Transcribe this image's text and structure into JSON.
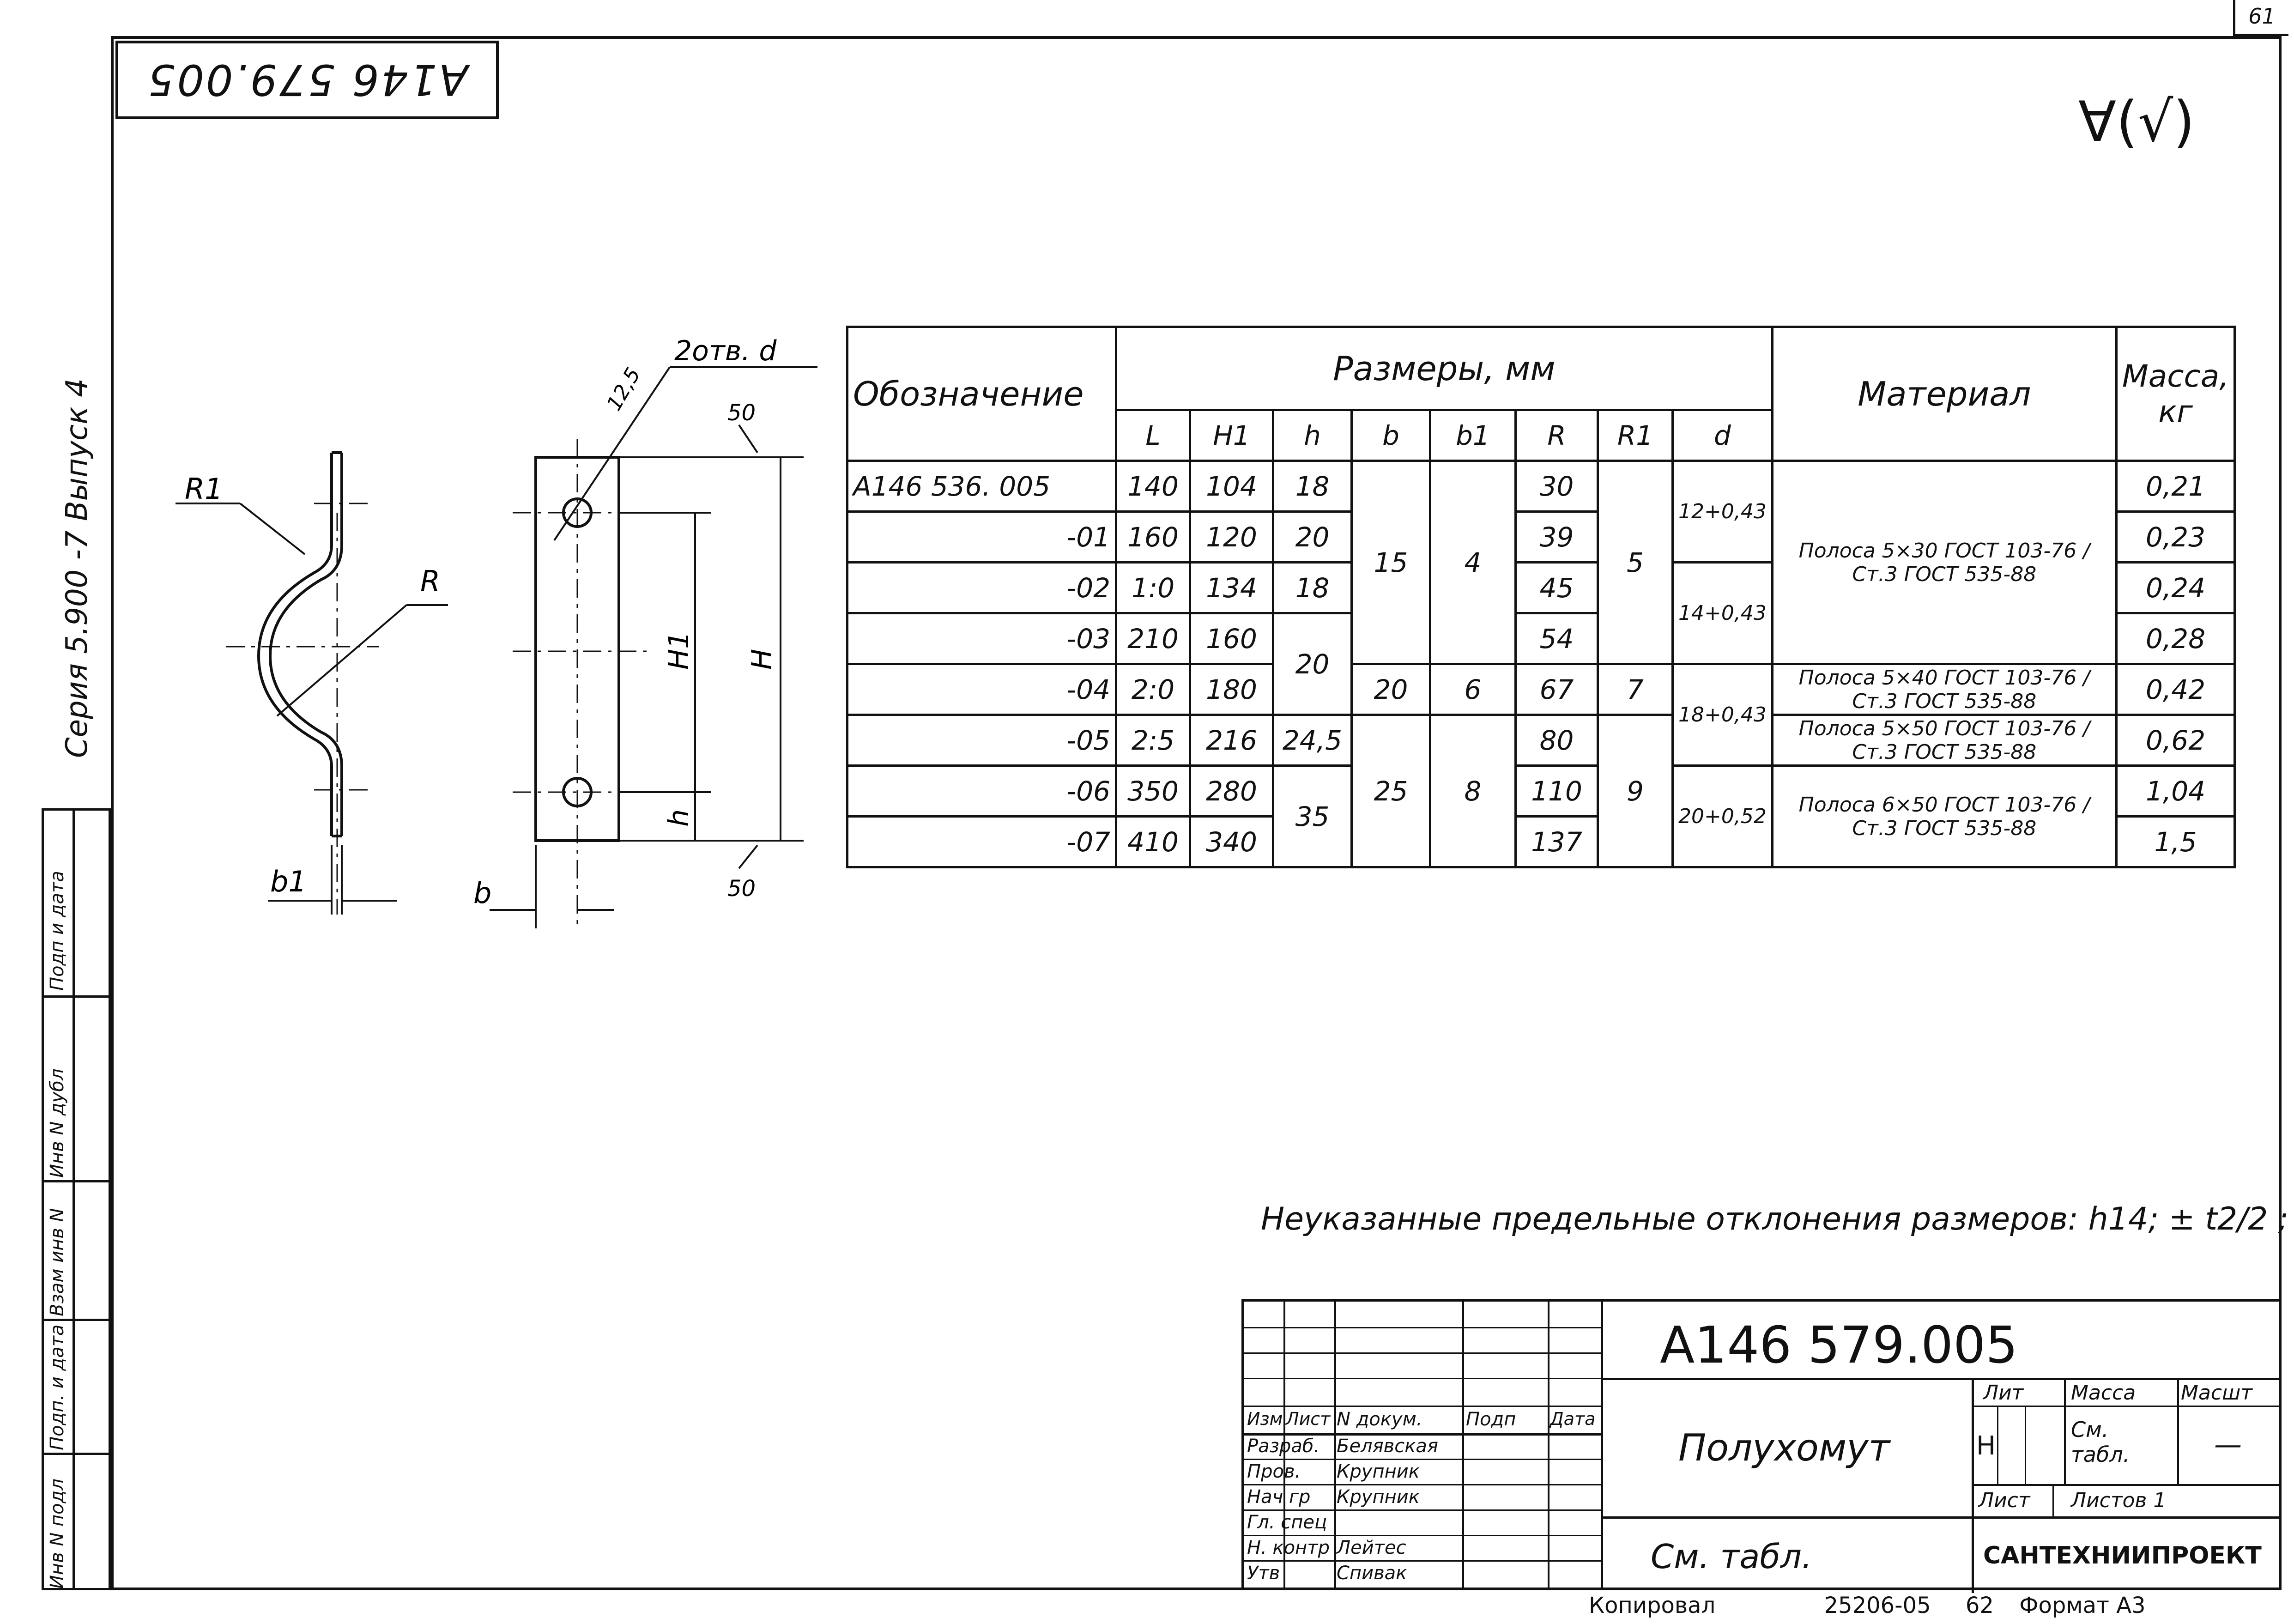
{
  "sheet_number": "61",
  "stamp_code": "А146 579.005",
  "series_text": "Серия 5.900 -7 Выпуск 4",
  "roughness": "∀(√)",
  "side_labels": [
    "Инв N подл",
    "Подп. и дата",
    "Взам инв N",
    "Инв N дубл",
    "Подп и дата"
  ],
  "drawing": {
    "left_labels": {
      "r1": "R1",
      "r": "R",
      "b1": "b1"
    },
    "right_labels": {
      "holes": "2отв. d",
      "dim_125": "12,5",
      "dim_50_top": "50",
      "dim_50_bot": "50",
      "h1": "H1",
      "h_big": "H",
      "h_small": "h",
      "b": "b"
    }
  },
  "table": {
    "header": {
      "designation": "Обозначение",
      "dimensions": "Размеры, мм",
      "material": "Материал",
      "mass": "Масса, кг"
    },
    "sub": [
      "L",
      "H1",
      "h",
      "b",
      "b1",
      "R",
      "R1",
      "d"
    ],
    "rows": [
      {
        "des": "А146 536. 005",
        "L": "140",
        "H1": "104",
        "h": "18",
        "R": "30",
        "mass": "0,21"
      },
      {
        "des": "-01",
        "L": "160",
        "H1": "120",
        "h": "20",
        "R": "39",
        "mass": "0,23"
      },
      {
        "des": "-02",
        "L": "1:0",
        "H1": "134",
        "h": "18",
        "R": "45",
        "mass": "0,24"
      },
      {
        "des": "-03",
        "L": "210",
        "H1": "160",
        "R": "54",
        "mass": "0,28"
      },
      {
        "des": "-04",
        "L": "2:0",
        "H1": "180",
        "R": "67",
        "mass": "0,42"
      },
      {
        "des": "-05",
        "L": "2:5",
        "H1": "216",
        "h": "24,5",
        "R": "80",
        "mass": "0,62"
      },
      {
        "des": "-06",
        "L": "350",
        "H1": "280",
        "R": "110",
        "mass": "1,04"
      },
      {
        "des": "-07",
        "L": "410",
        "H1": "340",
        "R": "137",
        "mass": "1,5"
      }
    ],
    "merged": {
      "h_20": "20",
      "h_35": "35",
      "b_15": "15",
      "b_20": "20",
      "b_25": "25",
      "b1_4": "4",
      "b1_6": "6",
      "b1_8": "8",
      "r1_5": "5",
      "r1_7": "7",
      "r1_9": "9",
      "d_12": "12+0,43",
      "d_14": "14+0,43",
      "d_18": "18+0,43",
      "d_20": "20+0,52",
      "mat_1": "Полоса 5×30 ГОСТ 103-76 / Ст.3 ГОСТ 535-88",
      "mat_2": "Полоса 5×40 ГОСТ 103-76 / Ст.3 ГОСТ 535-88",
      "mat_3": "Полоса 5×50 ГОСТ 103-76 / Ст.3 ГОСТ 535-88",
      "mat_4": "Полоса 6×50 ГОСТ 103-76 / Ст.3 ГОСТ 535-88"
    }
  },
  "note": "Неуказанные предельные отклонения размеров: h14; ± t2/2 ;",
  "title_block": {
    "code": "А146 579.005",
    "name": "Полухомут",
    "ref": "См. табл.",
    "cols": {
      "izm": "Изм",
      "list": "Лист",
      "ndoc": "N докум.",
      "podp": "Подп",
      "data": "Дата"
    },
    "roles": [
      {
        "role": "Разраб.",
        "name": "Белявская"
      },
      {
        "role": "Пров.",
        "name": "Крупник"
      },
      {
        "role": "Нач гр",
        "name": "Крупник"
      },
      {
        "role": "Гл. спец",
        "name": ""
      },
      {
        "role": "Н. контр",
        "name": "Лейтес"
      },
      {
        "role": "Утв",
        "name": "Спивак"
      }
    ],
    "lit": "Лит",
    "mass": "Масса",
    "scale": "Масшт",
    "lit_val": "Н",
    "mass_val": "См. табл.",
    "scale_val": "—",
    "sheet": "Лист",
    "sheets": "Листов 1",
    "org": "САНТЕХНИИПРОЕКТ"
  },
  "copy": {
    "copied": "Копировал",
    "order": "25206-05",
    "page": "62",
    "format": "Формат А3"
  }
}
